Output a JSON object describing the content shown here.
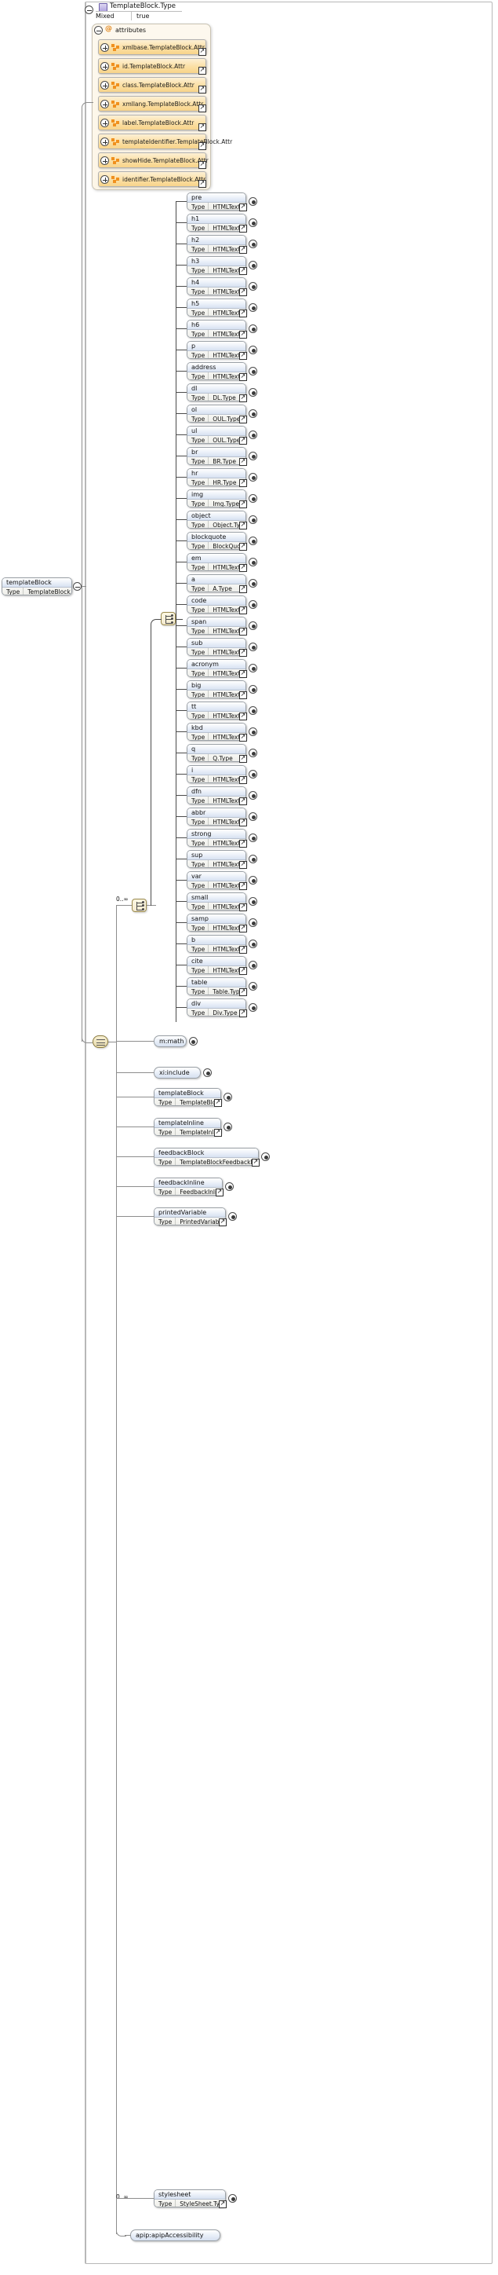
{
  "diagram": {
    "kind": "xsd-element-diagram",
    "root": {
      "name": "templateBlock",
      "type_label": "Type",
      "type_value": "TemplateBlock.Type"
    },
    "complex_type": {
      "title": "TemplateBlock.Type",
      "mixed_label": "Mixed",
      "mixed_value": "true"
    },
    "attributes_group": {
      "label": "attributes",
      "symbol": "@",
      "items": [
        {
          "name": "xmlbase.TemplateBlock.Attr"
        },
        {
          "name": "id.TemplateBlock.Attr"
        },
        {
          "name": "class.TemplateBlock.Attr"
        },
        {
          "name": "xmllang.TemplateBlock.Attr"
        },
        {
          "name": "label.TemplateBlock.Attr"
        },
        {
          "name": "templateIdentifier.TemplateBlock.Attr"
        },
        {
          "name": "showHide.TemplateBlock.Attr"
        },
        {
          "name": "identifier.TemplateBlock.Attr"
        }
      ]
    },
    "choice_occurrence": "0..∞",
    "stylesheet_occurrence": "0..∞",
    "inner_choice_elements": [
      {
        "name": "pre",
        "type_label": "Type",
        "type_value": "HTMLText.Type"
      },
      {
        "name": "h1",
        "type_label": "Type",
        "type_value": "HTMLText.Type"
      },
      {
        "name": "h2",
        "type_label": "Type",
        "type_value": "HTMLText.Type"
      },
      {
        "name": "h3",
        "type_label": "Type",
        "type_value": "HTMLText.Type"
      },
      {
        "name": "h4",
        "type_label": "Type",
        "type_value": "HTMLText.Type"
      },
      {
        "name": "h5",
        "type_label": "Type",
        "type_value": "HTMLText.Type"
      },
      {
        "name": "h6",
        "type_label": "Type",
        "type_value": "HTMLText.Type"
      },
      {
        "name": "p",
        "type_label": "Type",
        "type_value": "HTMLText.Type"
      },
      {
        "name": "address",
        "type_label": "Type",
        "type_value": "HTMLText.Type"
      },
      {
        "name": "dl",
        "type_label": "Type",
        "type_value": "DL.Type"
      },
      {
        "name": "ol",
        "type_label": "Type",
        "type_value": "OUL.Type"
      },
      {
        "name": "ul",
        "type_label": "Type",
        "type_value": "OUL.Type"
      },
      {
        "name": "br",
        "type_label": "Type",
        "type_value": "BR.Type"
      },
      {
        "name": "hr",
        "type_label": "Type",
        "type_value": "HR.Type"
      },
      {
        "name": "img",
        "type_label": "Type",
        "type_value": "Img.Type"
      },
      {
        "name": "object",
        "type_label": "Type",
        "type_value": "Object.Type"
      },
      {
        "name": "blockquote",
        "type_label": "Type",
        "type_value": "BlockQuote.Type"
      },
      {
        "name": "em",
        "type_label": "Type",
        "type_value": "HTMLText.Type"
      },
      {
        "name": "a",
        "type_label": "Type",
        "type_value": "A.Type"
      },
      {
        "name": "code",
        "type_label": "Type",
        "type_value": "HTMLText.Type"
      },
      {
        "name": "span",
        "type_label": "Type",
        "type_value": "HTMLText.Type"
      },
      {
        "name": "sub",
        "type_label": "Type",
        "type_value": "HTMLText.Type"
      },
      {
        "name": "acronym",
        "type_label": "Type",
        "type_value": "HTMLText.Type"
      },
      {
        "name": "big",
        "type_label": "Type",
        "type_value": "HTMLText.Type"
      },
      {
        "name": "tt",
        "type_label": "Type",
        "type_value": "HTMLText.Type"
      },
      {
        "name": "kbd",
        "type_label": "Type",
        "type_value": "HTMLText.Type"
      },
      {
        "name": "q",
        "type_label": "Type",
        "type_value": "Q.Type"
      },
      {
        "name": "i",
        "type_label": "Type",
        "type_value": "HTMLText.Type"
      },
      {
        "name": "dfn",
        "type_label": "Type",
        "type_value": "HTMLText.Type"
      },
      {
        "name": "abbr",
        "type_label": "Type",
        "type_value": "HTMLText.Type"
      },
      {
        "name": "strong",
        "type_label": "Type",
        "type_value": "HTMLText.Type"
      },
      {
        "name": "sup",
        "type_label": "Type",
        "type_value": "HTMLText.Type"
      },
      {
        "name": "var",
        "type_label": "Type",
        "type_value": "HTMLText.Type"
      },
      {
        "name": "small",
        "type_label": "Type",
        "type_value": "HTMLText.Type"
      },
      {
        "name": "samp",
        "type_label": "Type",
        "type_value": "HTMLText.Type"
      },
      {
        "name": "b",
        "type_label": "Type",
        "type_value": "HTMLText.Type"
      },
      {
        "name": "cite",
        "type_label": "Type",
        "type_value": "HTMLText.Type"
      },
      {
        "name": "table",
        "type_label": "Type",
        "type_value": "Table.Type"
      },
      {
        "name": "div",
        "type_label": "Type",
        "type_value": "Div.Type"
      }
    ],
    "outer_refs": [
      {
        "name": "m:math",
        "kind": "pill"
      },
      {
        "name": "xi:include",
        "kind": "pill"
      }
    ],
    "outer_elements": [
      {
        "name": "templateBlock",
        "type_label": "Type",
        "type_value": "TemplateBlock.Type"
      },
      {
        "name": "templateInline",
        "type_label": "Type",
        "type_value": "TemplateInline.Type"
      },
      {
        "name": "feedbackBlock",
        "type_label": "Type",
        "type_value": "TemplateBlockFeedbackBlock.Type"
      },
      {
        "name": "feedbackInline",
        "type_label": "Type",
        "type_value": "FeedbackInline.Type"
      },
      {
        "name": "printedVariable",
        "type_label": "Type",
        "type_value": "PrintedVariable.Type"
      }
    ],
    "tail_elements": [
      {
        "name": "stylesheet",
        "type_label": "Type",
        "type_value": "StyleSheet.Type"
      }
    ],
    "tail_refs": [
      {
        "name": "apip:apipAccessibility",
        "kind": "pill"
      }
    ]
  }
}
